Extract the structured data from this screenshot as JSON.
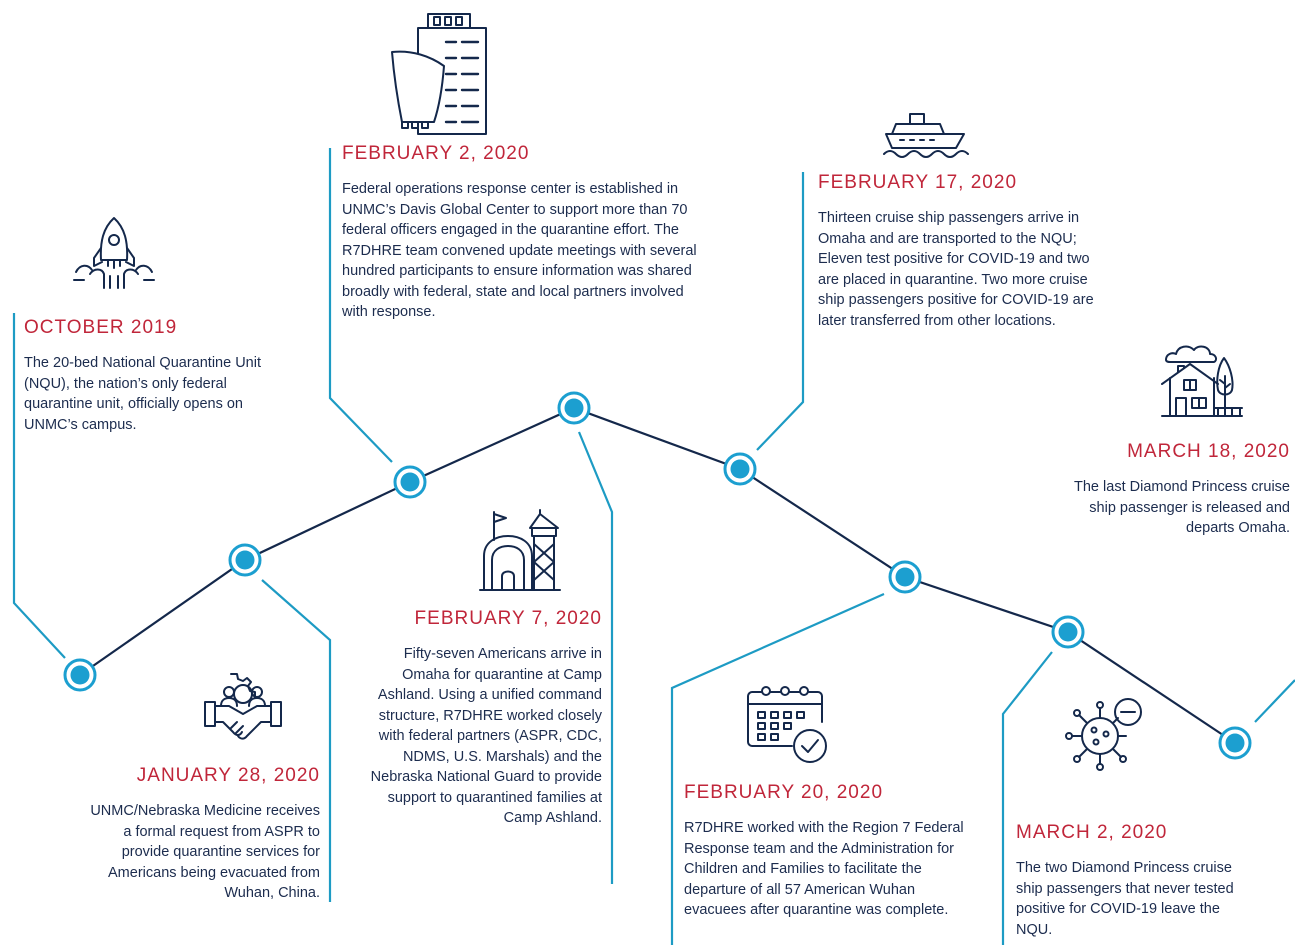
{
  "colors": {
    "line_dark": "#14284b",
    "line_teal": "#1d9bc4",
    "node_fill": "#1c9fd0",
    "date_red": "#c0263a",
    "text_navy": "#1c2c4e"
  },
  "events": [
    {
      "id": "oct-2019",
      "date": "OCTOBER 2019",
      "description": "The 20-bed National Quarantine Unit (NQU), the nation’s only federal quarantine unit, officially opens on UNMC’s campus.",
      "icon": "rocket-launch-icon"
    },
    {
      "id": "jan-28-2020",
      "date": "JANUARY 28, 2020",
      "description": "UNMC/Nebraska Medicine receives a formal request from ASPR to provide quarantine services for Americans being evacuated from Wuhan, China.",
      "icon": "partnership-handshake-icon"
    },
    {
      "id": "feb-2-2020",
      "date": "FEBRUARY 2, 2020",
      "description": "Federal operations response center is established in UNMC’s Davis Global Center to support more than 70 federal officers engaged in the quarantine effort. The R7DHRE team convened update meetings with several hundred participants to ensure information was shared broadly with federal, state and local partners involved with response.",
      "icon": "building-icon"
    },
    {
      "id": "feb-7-2020",
      "date": "FEBRUARY 7, 2020",
      "description": "Fifty-seven Americans arrive in Omaha for quarantine at Camp Ashland. Using a unified command structure, R7DHRE worked closely with federal partners (ASPR, CDC, NDMS, U.S. Marshals) and the Nebraska National Guard to provide support to quarantined families at Camp Ashland.",
      "icon": "military-camp-icon"
    },
    {
      "id": "feb-17-2020",
      "date": "FEBRUARY 17, 2020",
      "description": "Thirteen cruise ship passengers arrive in Omaha and are transported to the NQU; Eleven test positive for COVID-19 and two are placed in quarantine. Two more cruise ship passengers positive for COVID-19 are later transferred from other locations.",
      "icon": "cruise-ship-icon"
    },
    {
      "id": "feb-20-2020",
      "date": "FEBRUARY 20, 2020",
      "description": "R7DHRE worked with the Region 7 Federal Response team and the Administration for Children and Families to facilitate the departure of all 57 American Wuhan evacuees after quarantine was complete.",
      "icon": "calendar-check-icon"
    },
    {
      "id": "mar-2-2020",
      "date": "MARCH 2, 2020",
      "description": "The two Diamond Princess cruise ship passengers that never tested positive for COVID-19 leave the NQU.",
      "icon": "virus-minus-icon"
    },
    {
      "id": "mar-18-2020",
      "date": "MARCH 18, 2020",
      "description": "The last Diamond Princess cruise ship passenger is released and departs Omaha.",
      "icon": "house-icon"
    }
  ]
}
